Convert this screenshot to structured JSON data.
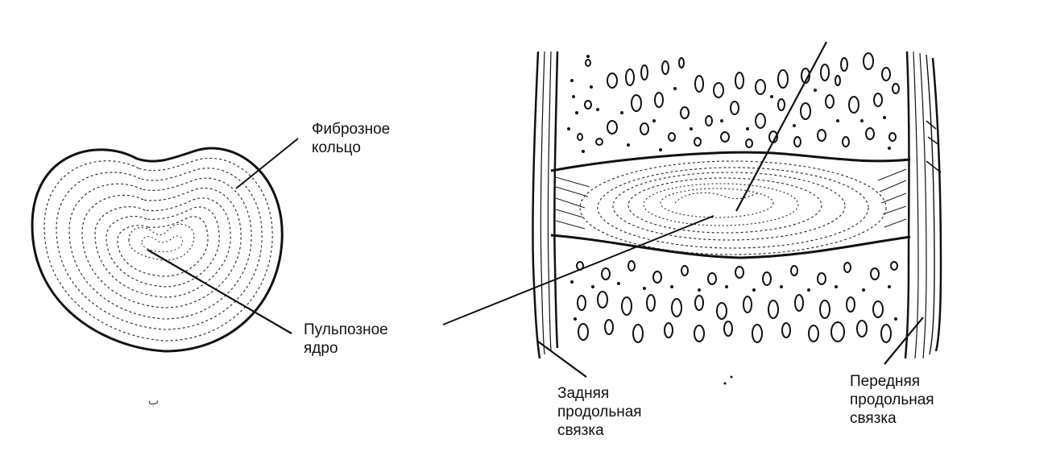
{
  "labels": {
    "annulus": [
      "Фиброзное",
      "кольцо"
    ],
    "nucleus": [
      "Пульпозное",
      "ядро"
    ],
    "posterior_ligament": [
      "Задняя",
      "продольная",
      "связка"
    ],
    "anterior_ligament": [
      "Передняя",
      "продольная",
      "связка"
    ]
  },
  "colors": {
    "ink": "#111111",
    "background": "#ffffff"
  }
}
